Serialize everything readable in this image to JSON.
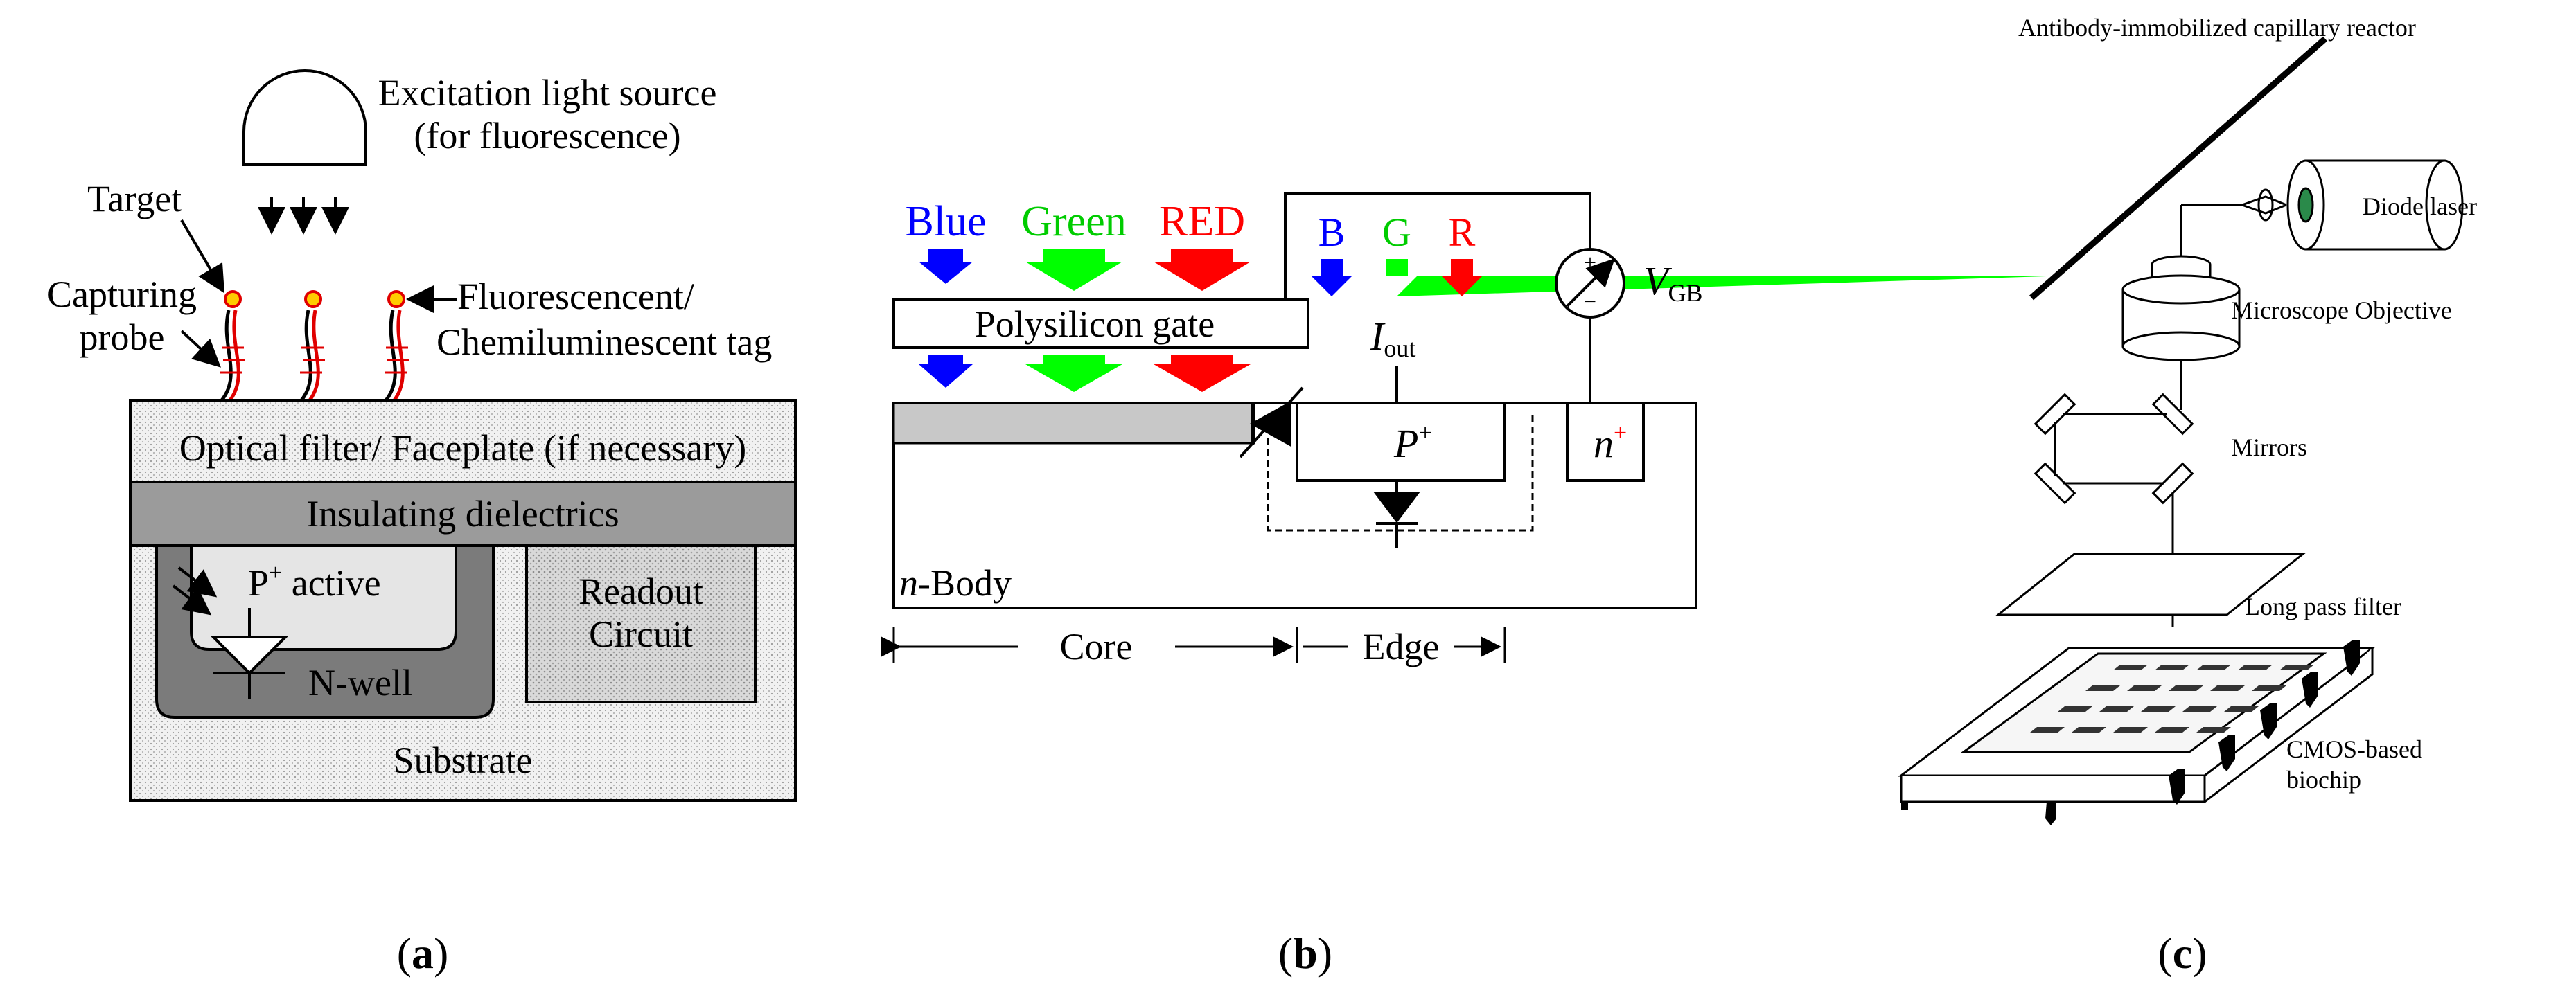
{
  "panel_a": {
    "caption": "(a)",
    "caption_paren_open": "(",
    "caption_letter": "a",
    "caption_paren_close": ")",
    "light_source_line1": "Excitation light source",
    "light_source_line2": "(for fluorescence)",
    "target_label": "Target",
    "probe_label_line1": "Capturing",
    "probe_label_line2": "probe",
    "tag_label_line1": "Fluorescencent/",
    "tag_label_line2": "Chemiluminescent tag",
    "filter_layer": "Optical filter/ Faceplate (if necessary)",
    "dielectric_layer": "Insulating dielectrics",
    "p_active": "P",
    "p_active_sup": "+",
    "p_active_suffix": " active",
    "nwell": "N-well",
    "readout_line1": "Readout",
    "readout_line2": "Circuit",
    "substrate": "Substrate"
  },
  "panel_b": {
    "caption": "(b)",
    "caption_paren_open": "(",
    "caption_letter": "b",
    "caption_paren_close": ")",
    "blue_label": "Blue",
    "green_label": "Green",
    "red_label": "RED",
    "b_label": "B",
    "g_label": "G",
    "r_label": "R",
    "gate_label": "Polysilicon gate",
    "iout_label": "I",
    "iout_sub": "out",
    "vgb_label": "V",
    "vgb_sub": "GB",
    "p_region": "P",
    "p_region_sup": "+",
    "n_region": "n",
    "n_region_sup": "+",
    "body_label_italic": "n",
    "body_label_rest": "-Body",
    "core_label": "Core",
    "edge_label": "Edge",
    "colors": {
      "blue": "#0000ff",
      "green": "#00ff00",
      "red": "#ff0000"
    }
  },
  "panel_c": {
    "caption": "(c)",
    "caption_paren_open": "(",
    "caption_letter": "c",
    "caption_paren_close": ")",
    "reactor_label": "Antibody-immobilized capillary reactor",
    "laser_label": "Diode laser",
    "objective_label": "Microscope Objective",
    "mirrors_label": "Mirrors",
    "filter_label": "Long pass filter",
    "chip_label_line1": "CMOS-based",
    "chip_label_line2": "biochip"
  }
}
